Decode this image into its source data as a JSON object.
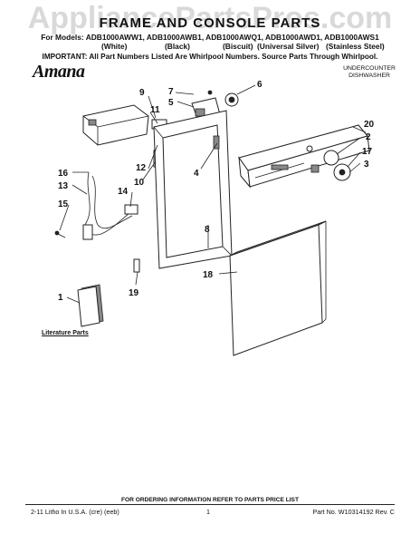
{
  "watermark": "AppliancePartsPros.com",
  "title": "FRAME AND CONSOLE PARTS",
  "models": "For Models: ADB1000AWW1, ADB1000AWB1, ADB1000AWQ1, ADB1000AWD1, ADB1000AWS1",
  "colors": [
    "(White)",
    "(Black)",
    "(Biscuit)",
    "(Universal Silver)",
    "(Stainless Steel)"
  ],
  "important": "IMPORTANT: All Part Numbers Listed Are Whirlpool Numbers. Source Parts Through Whirlpool.",
  "brand": "Amana",
  "category": [
    "UNDERCOUNTER",
    "DISHWASHER"
  ],
  "part_numbers": [
    "1",
    "2",
    "3",
    "4",
    "5",
    "6",
    "7",
    "8",
    "9",
    "10",
    "11",
    "12",
    "13",
    "14",
    "15",
    "16",
    "17",
    "18",
    "19",
    "20"
  ],
  "literature_label": "Literature Parts",
  "order_info": "FOR ORDERING INFORMATION REFER TO PARTS PRICE LIST",
  "footer": {
    "left": "2-11 Litho In U.S.A. (cre) (eeb)",
    "center": "1",
    "right": "Part No. W10314192 Rev. C"
  }
}
